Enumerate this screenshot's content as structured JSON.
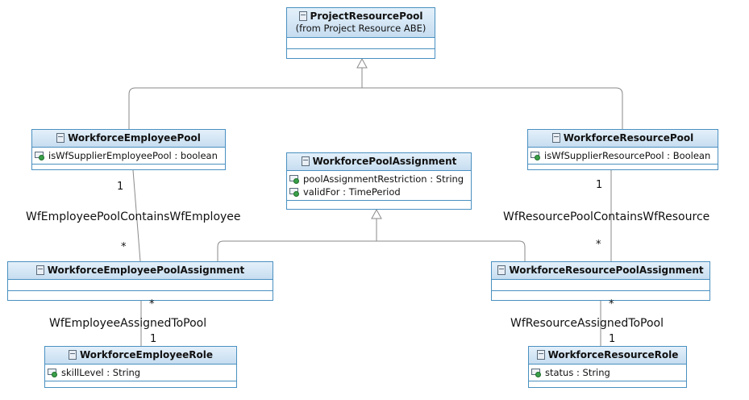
{
  "classes": {
    "project_resource_pool": {
      "name": "ProjectResourcePool",
      "stereotype": "(from Project Resource ABE)"
    },
    "workforce_employee_pool": {
      "name": "WorkforceEmployeePool",
      "attributes": [
        "isWfSupplierEmployeePool : boolean"
      ]
    },
    "workforce_pool_assignment": {
      "name": "WorkforcePoolAssignment",
      "attributes": [
        "poolAssignmentRestriction : String",
        "validFor : TimePeriod"
      ]
    },
    "workforce_resource_pool": {
      "name": "WorkforceResourcePool",
      "attributes": [
        "isWfSupplierResourcePool : Boolean"
      ]
    },
    "workforce_employee_pool_assignment": {
      "name": "WorkforceEmployeePoolAssignment"
    },
    "workforce_resource_pool_assignment": {
      "name": "WorkforceResourcePoolAssignment"
    },
    "workforce_employee_role": {
      "name": "WorkforceEmployeeRole",
      "attributes": [
        "skillLevel : String"
      ]
    },
    "workforce_resource_role": {
      "name": "WorkforceResourceRole",
      "attributes": [
        "status : String"
      ]
    }
  },
  "associations": {
    "emp_pool_contains": {
      "name": "WfEmployeePoolContainsWfEmployee",
      "source_mult": "1",
      "target_mult": "*"
    },
    "res_pool_contains": {
      "name": "WfResourcePoolContainsWfResource",
      "source_mult": "1",
      "target_mult": "*"
    },
    "emp_assigned": {
      "name": "WfEmployeeAssignedToPool",
      "source_mult": "*",
      "target_mult": "1"
    },
    "res_assigned": {
      "name": "WfResourceAssignedToPool",
      "source_mult": "*",
      "target_mult": "1"
    }
  },
  "colors": {
    "border": "#4a90c0",
    "header_top": "#e4f0fa",
    "header_bottom": "#c6ddf0",
    "line": "#8a8a8a"
  },
  "icons": {
    "class": "class-icon",
    "attribute": "attribute-icon"
  }
}
